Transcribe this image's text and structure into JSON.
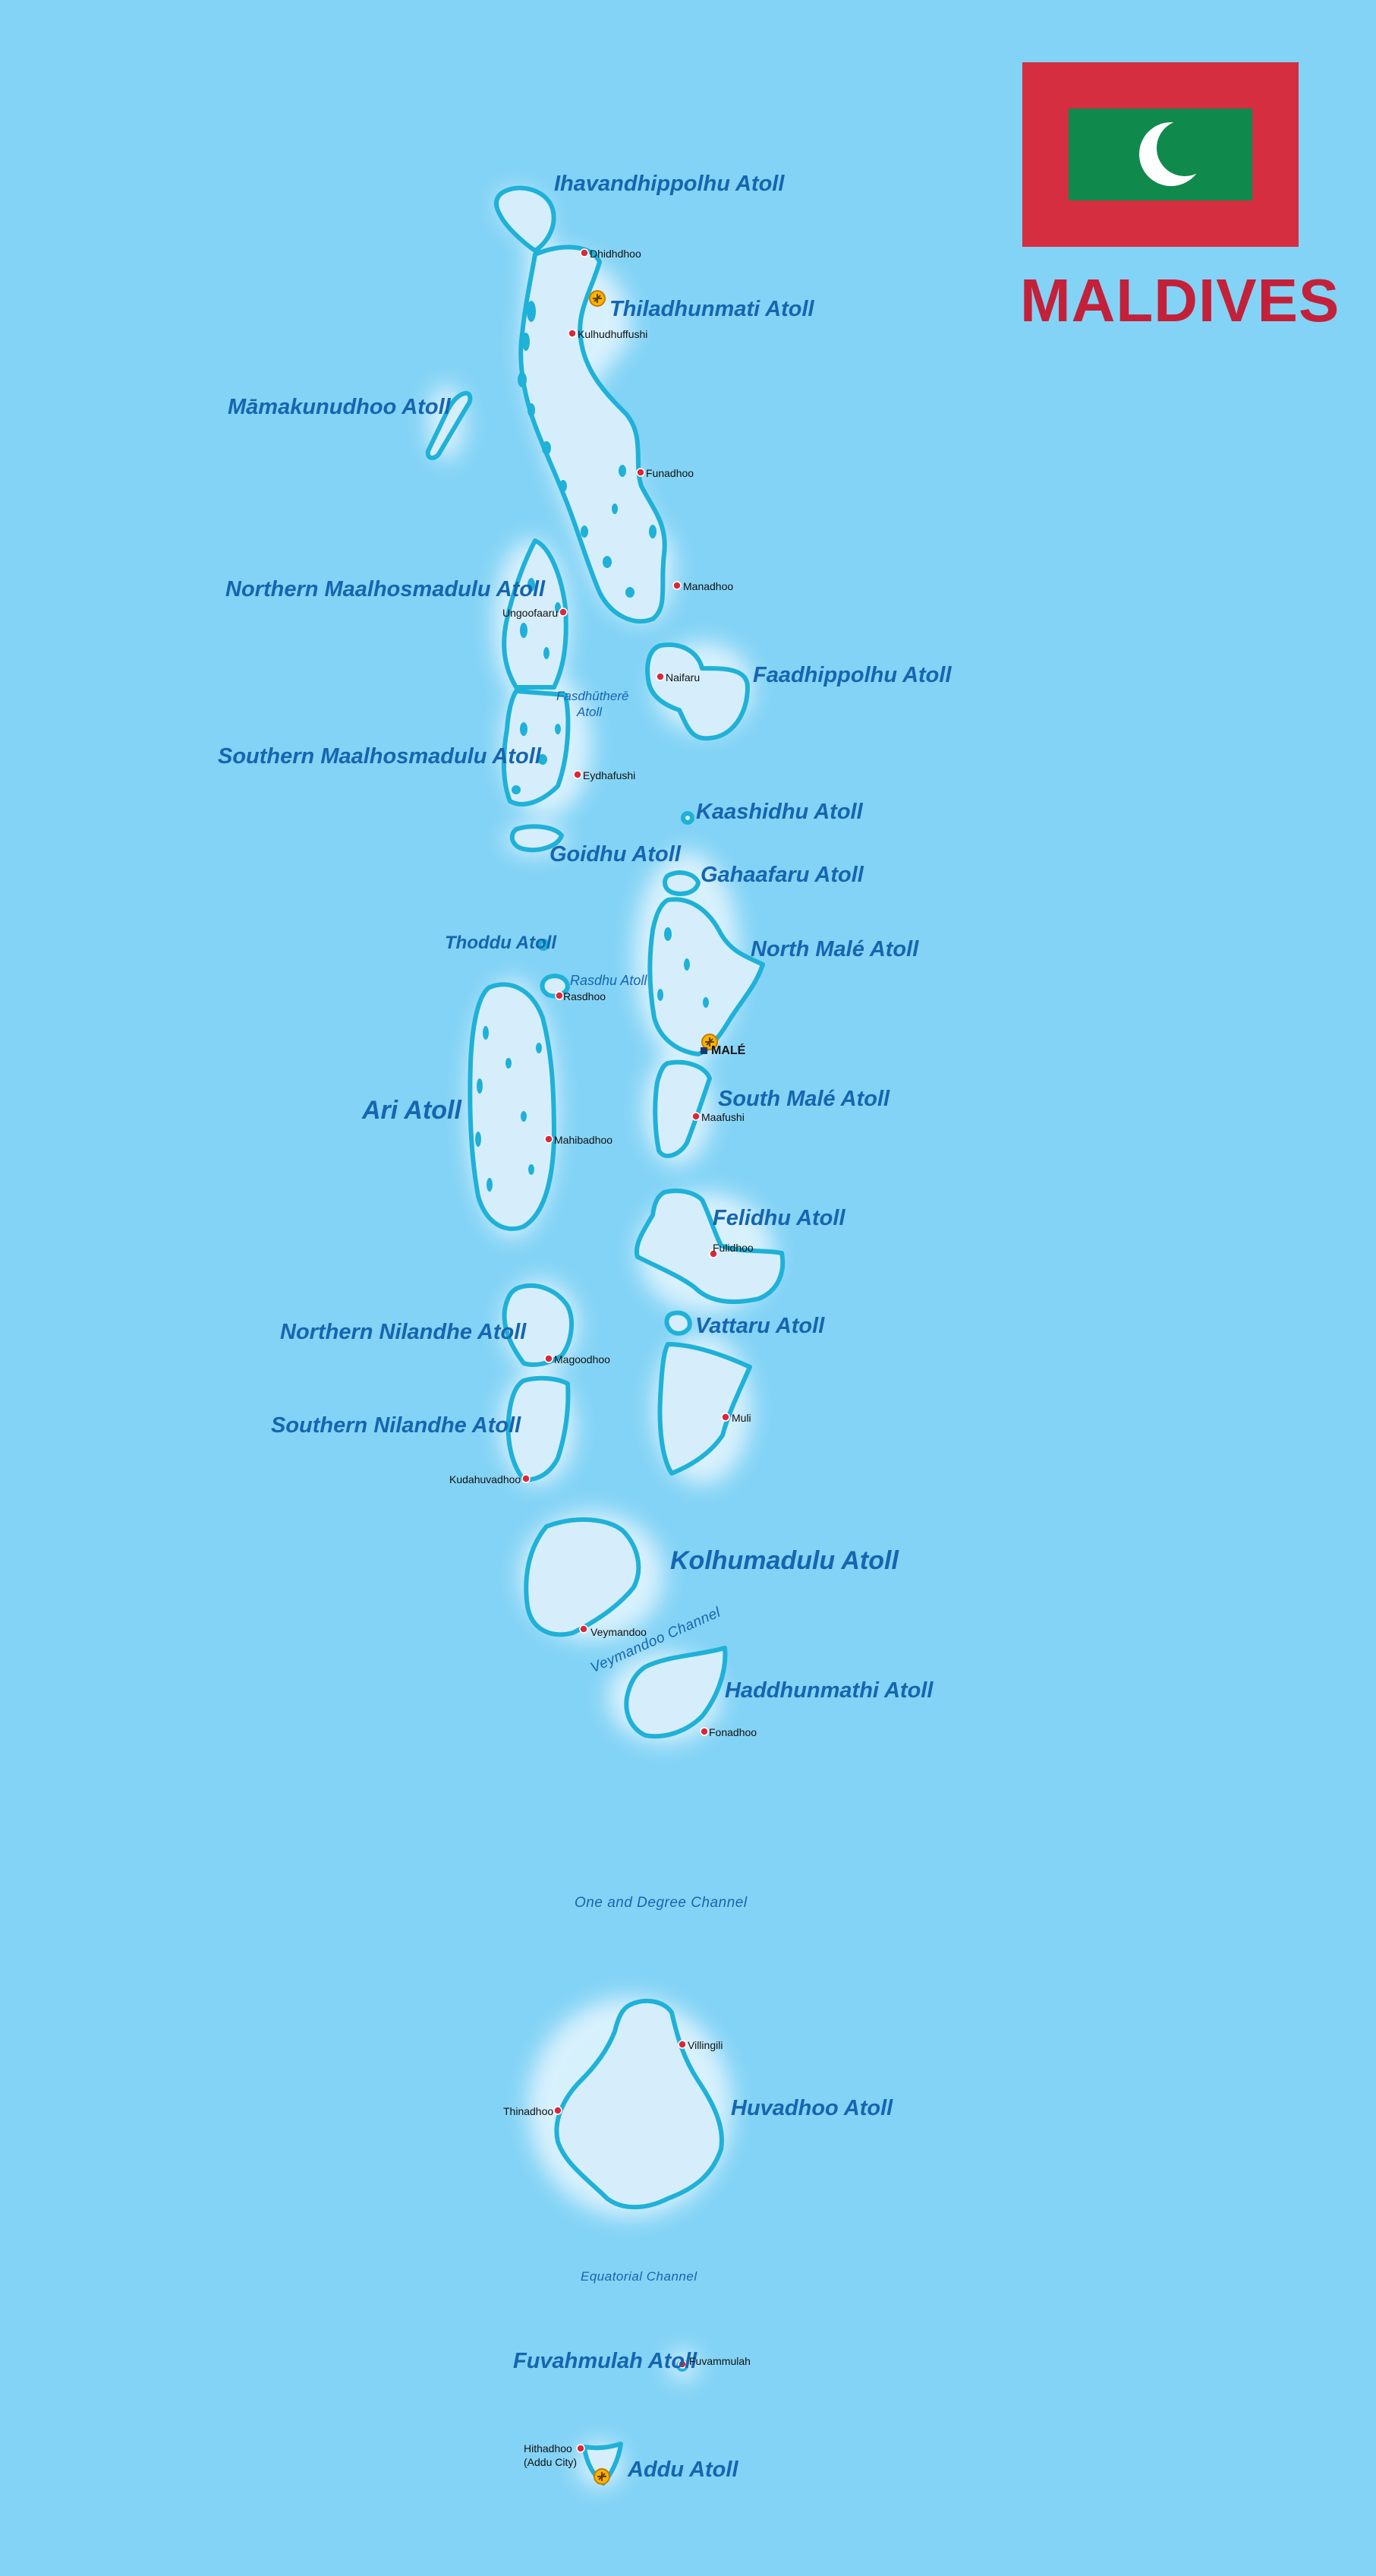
{
  "map": {
    "country_name": "MALDIVES",
    "colors": {
      "ocean": "#83d3f6",
      "lagoon": "#d6eefc",
      "reef": "#1fb1d8",
      "label": "#1565b0",
      "town_dot": "#d9283a",
      "flag_red": "#d42e40",
      "flag_green": "#0f8a4c",
      "title": "#c3213a"
    },
    "flag": {
      "icon": "maldives-flag",
      "crescent": "white-crescent"
    },
    "atolls": {
      "ihavandhippolhu": "Ihavandhippolhu Atoll",
      "thiladhunmati": "Thiladhunmati Atoll",
      "mamakunudhoo": "Māmakunudhoo Atoll",
      "northern_maalhosmadulu": "Northern Maalhosmadulu Atoll",
      "faadhippolhu": "Faadhippolhu Atoll",
      "fasdhuthere_line1": "Fasdhūtherē",
      "fasdhuthere_line2": "Atoll",
      "southern_maalhosmadulu": "Southern Maalhosmadulu Atoll",
      "kaashidhu": "Kaashidhu Atoll",
      "goidhu": "Goidhu Atoll",
      "gahaafaru": "Gahaafaru Atoll",
      "thoddu": "Thoddu Atoll",
      "north_male": "North Malé Atoll",
      "rasdhu": "Rasdhu Atoll",
      "ari": "Ari Atoll",
      "south_male": "South Malé Atoll",
      "felidhu": "Felidhu Atoll",
      "vattaru": "Vattaru Atoll",
      "northern_nilandhe": "Northern Nilandhe Atoll",
      "southern_nilandhe": "Southern Nilandhe Atoll",
      "kolhumadulu": "Kolhumadulu Atoll",
      "haddhunmathi": "Haddhunmathi Atoll",
      "huvadhoo": "Huvadhoo Atoll",
      "fuvahmulah": "Fuvahmulah Atoll",
      "addu": "Addu Atoll"
    },
    "channels": {
      "veymandoo": "Veymandoo Channel",
      "one_and_degree": "One and Degree Channel",
      "equatorial": "Equatorial Channel"
    },
    "towns": {
      "dhidhdhoo": "Dhidhdhoo",
      "kulhudhuffushi": "Kulhudhuffushi",
      "funadhoo": "Funadhoo",
      "manadhoo": "Manadhoo",
      "ungoofaaru": "Ungoofaaru",
      "naifaru": "Naifaru",
      "eydhafushi": "Eydhafushi",
      "rasdhoo": "Rasdhoo",
      "male": "MALÉ",
      "maafushi": "Maafushi",
      "mahibadhoo": "Mahibadhoo",
      "fulidhoo": "Fulidhoo",
      "magoodhoo": "Magoodhoo",
      "muli": "Muli",
      "kudahuvadhoo": "Kudahuvadhoo",
      "veymandoo": "Veymandoo",
      "fonadhoo": "Fonadhoo",
      "villingili": "Villingili",
      "thinadhoo": "Thinadhoo",
      "fuvammulah": "Fuvammulah",
      "hithadhoo_line1": "Hithadhoo",
      "hithadhoo_line2": "(Addu City)"
    },
    "icons": {
      "town": "red-dot-icon",
      "airport": "airport-icon",
      "capital": "capital-square-icon"
    }
  }
}
